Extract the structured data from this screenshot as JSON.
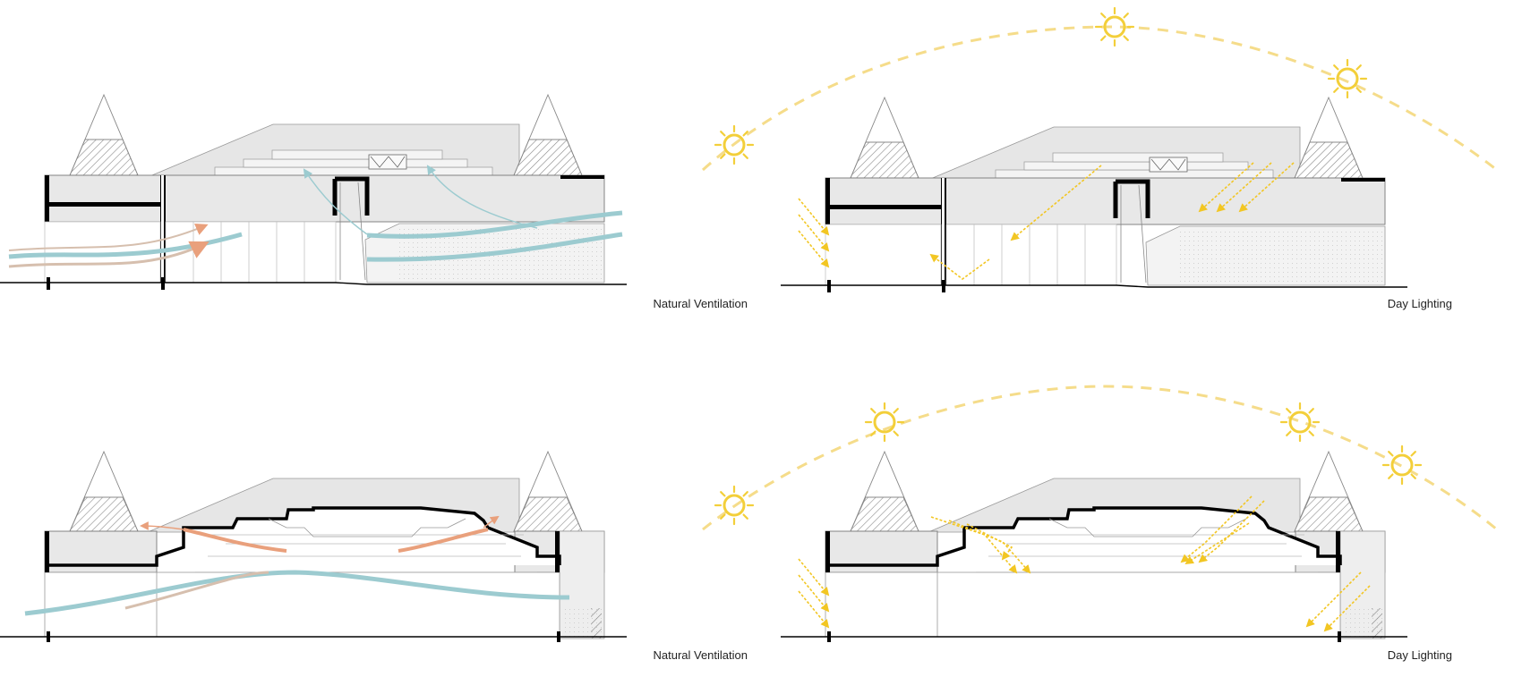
{
  "panels": [
    {
      "id": "section-a-ventilation",
      "caption": "Natural Ventilation",
      "type": "ventilation"
    },
    {
      "id": "section-a-lighting",
      "caption": "Day Lighting",
      "type": "lighting"
    },
    {
      "id": "section-b-ventilation",
      "caption": "Natural Ventilation",
      "type": "ventilation"
    },
    {
      "id": "section-b-lighting",
      "caption": "Day Lighting",
      "type": "lighting"
    }
  ],
  "colors": {
    "wall": "#000000",
    "roof_fill": "#e8e8e8",
    "cool_air": "#9ccbd0",
    "warm_air": "#e9a07c",
    "mixed_air": "#d6bfae",
    "sun": "#f3cf3a",
    "sun_path": "#f5dc8a",
    "ray": "#f2c623",
    "hatch": "#888888"
  },
  "icons": [
    "sun-icon",
    "airflow-arrow-icon",
    "light-ray-icon"
  ]
}
